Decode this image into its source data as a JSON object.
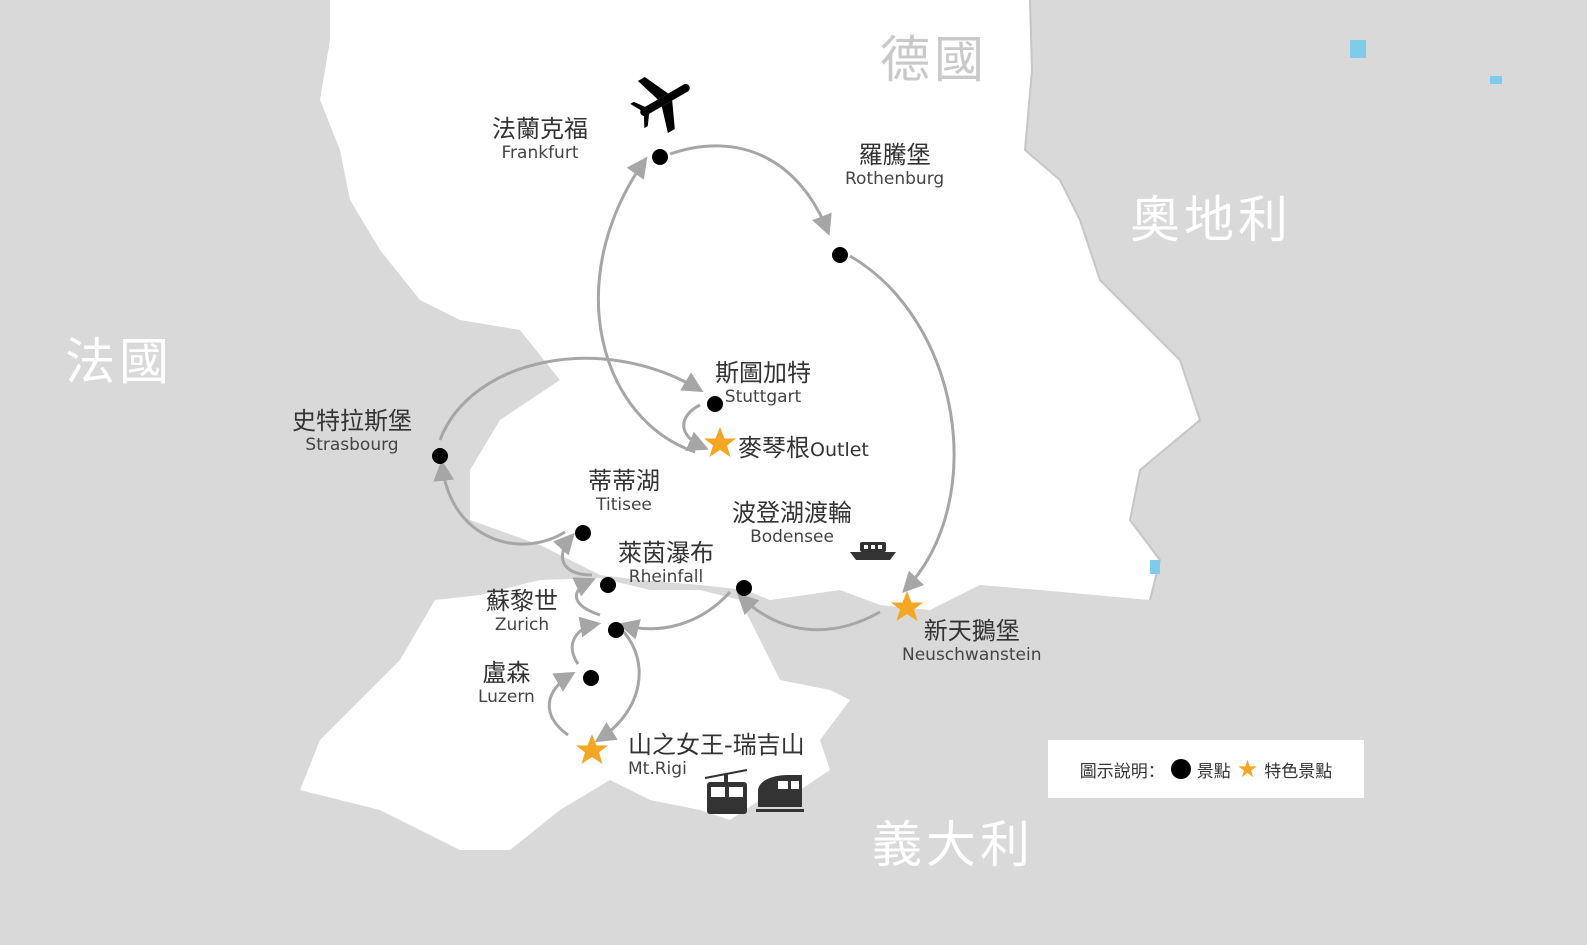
{
  "countries": {
    "germany": "德國",
    "austria": "奧地利",
    "france": "法國",
    "italy": "義大利"
  },
  "places": {
    "frankfurt": {
      "zh": "法蘭克福",
      "en": "Frankfurt"
    },
    "rothenburg": {
      "zh": "羅騰堡",
      "en": "Rothenburg"
    },
    "stuttgart": {
      "zh": "斯圖加特",
      "en": "Stuttgart"
    },
    "metzingen": {
      "zh": "麥琴根",
      "en": "Outlet"
    },
    "strasbourg": {
      "zh": "史特拉斯堡",
      "en": "Strasbourg"
    },
    "titisee": {
      "zh": "蒂蒂湖",
      "en": "Titisee"
    },
    "rheinfall": {
      "zh": "萊茵瀑布",
      "en": "Rheinfall"
    },
    "bodensee": {
      "zh": "波登湖渡輪",
      "en": "Bodensee"
    },
    "zurich": {
      "zh": "蘇黎世",
      "en": "Zurich"
    },
    "luzern": {
      "zh": "盧森",
      "en": "Luzern"
    },
    "rigi": {
      "zh": "山之女王-瑞吉山",
      "en": "Mt.Rigi"
    },
    "neuschwanstein": {
      "zh": "新天鵝堡",
      "en": "Neuschwanstein"
    }
  },
  "legend": {
    "title": "圖示說明：",
    "dot_label": "景點",
    "star_label": "特色景點"
  },
  "icons": [
    "airplane-icon",
    "ferry-icon",
    "cable-car-icon",
    "train-icon"
  ],
  "colors": {
    "land": "#ffffff",
    "neighbor": "#d9d9d9",
    "route": "#a6a6a6",
    "star": "#f5a623",
    "dot": "#000000",
    "water": "#7ecbea"
  }
}
